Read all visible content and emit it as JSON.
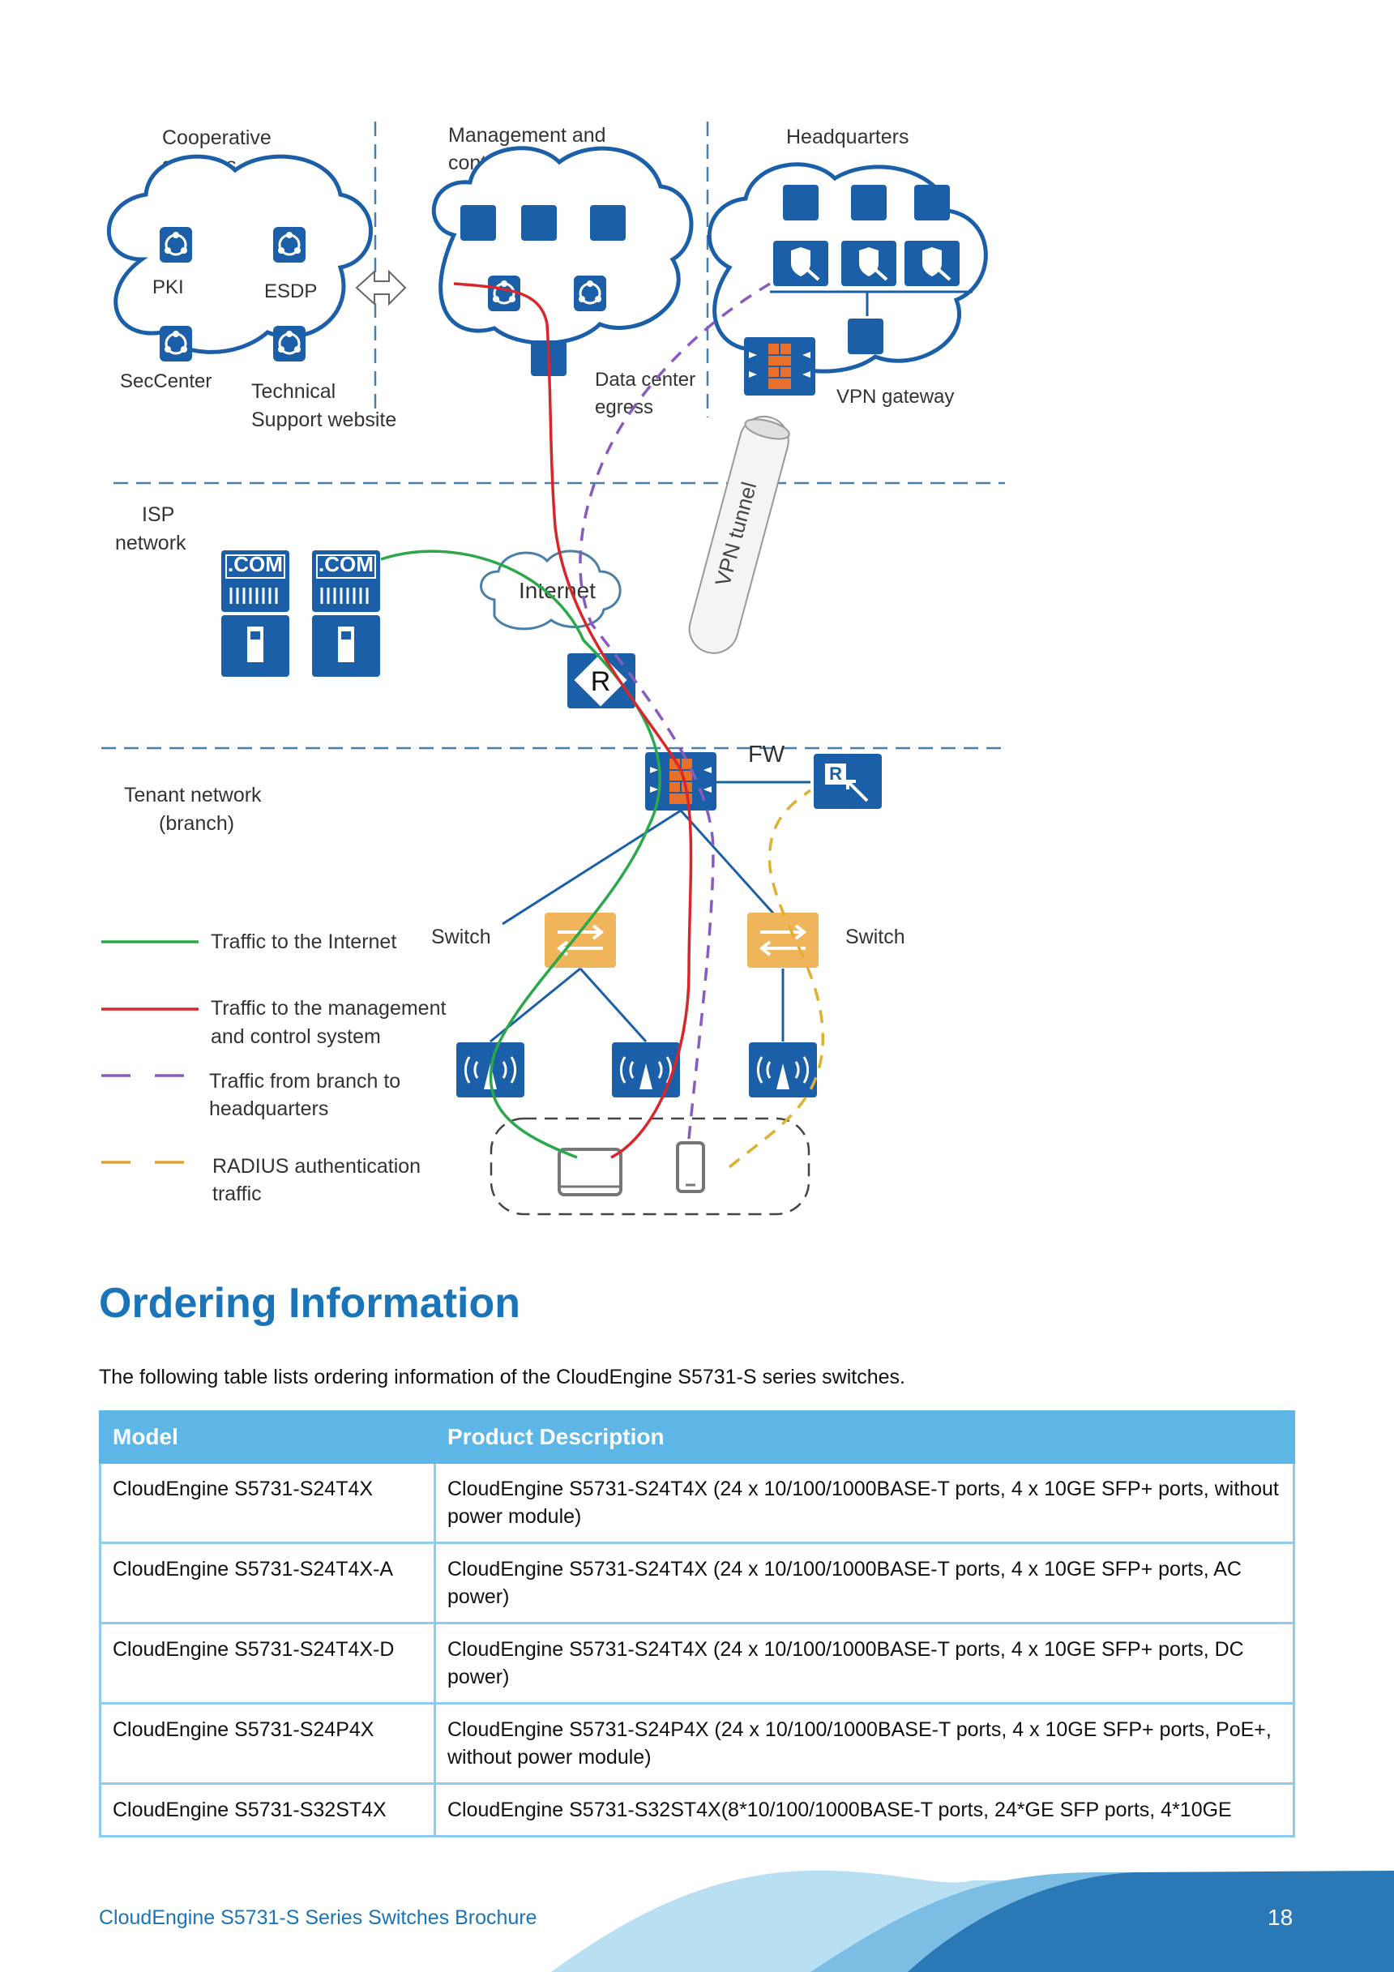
{
  "diagram": {
    "zone_cooperative": [
      "Cooperative",
      "systems"
    ],
    "zone_management": [
      "Management and",
      "control systems"
    ],
    "zone_headquarters": "Headquarters",
    "zone_isp": [
      "ISP",
      "network"
    ],
    "zone_tenant": [
      "Tenant network",
      "(branch)"
    ],
    "pki": "PKI",
    "esdp": "ESDP",
    "seccenter": "SecCenter",
    "tech_support": [
      "Technical",
      "Support website"
    ],
    "dc_egress": [
      "Data center",
      "egress"
    ],
    "vpn_gateway": "VPN gateway",
    "vpn_tunnel": "VPN tunnel",
    "internet": "Internet",
    "router_letter": "R",
    "fw": "FW",
    "switch_left": "Switch",
    "switch_right": "Switch",
    "com": ".COM",
    "legend": [
      {
        "lines": [
          "Traffic to the Internet"
        ],
        "color": "#2aa84a",
        "style": "solid"
      },
      {
        "lines": [
          "Traffic to the management",
          "and control system"
        ],
        "color": "#d9262b",
        "style": "solid"
      },
      {
        "lines": [
          "Traffic from branch to",
          "headquarters"
        ],
        "color": "#8a5bbf",
        "style": "dashed"
      },
      {
        "lines": [
          "RADIUS authentication",
          "traffic"
        ],
        "color": "#e0a030",
        "style": "dashed"
      }
    ]
  },
  "ordering": {
    "title": "Ordering Information",
    "intro": "The following table lists ordering information of the CloudEngine S5731-S series switches.",
    "headers": {
      "model": "Model",
      "description": "Product Description"
    },
    "rows": [
      {
        "model": "CloudEngine S5731-S24T4X",
        "description": "CloudEngine S5731-S24T4X (24 x 10/100/1000BASE-T ports, 4 x 10GE SFP+ ports, without power module)"
      },
      {
        "model": "CloudEngine S5731-S24T4X-A",
        "description": "CloudEngine S5731-S24T4X (24 x 10/100/1000BASE-T ports, 4 x 10GE SFP+ ports, AC power)"
      },
      {
        "model": "CloudEngine S5731-S24T4X-D",
        "description": "CloudEngine S5731-S24T4X (24 x 10/100/1000BASE-T ports, 4 x 10GE SFP+ ports, DC power)"
      },
      {
        "model": "CloudEngine S5731-S24P4X",
        "description": "CloudEngine S5731-S24P4X (24 x 10/100/1000BASE-T ports, 4 x 10GE SFP+ ports, PoE+, without power module)"
      },
      {
        "model": "CloudEngine S5731-S32ST4X",
        "description": "CloudEngine S5731-S32ST4X(8*10/100/1000BASE-T ports, 24*GE SFP ports, 4*10GE"
      }
    ]
  },
  "footer": {
    "title": "CloudEngine S5731-S Series Switches Brochure",
    "page": "18"
  },
  "colors": {
    "accent": "#1a74b9",
    "table_header": "#5db6e6",
    "icon_blue": "#1a5fa8",
    "switch_orange": "#f0b45a"
  }
}
